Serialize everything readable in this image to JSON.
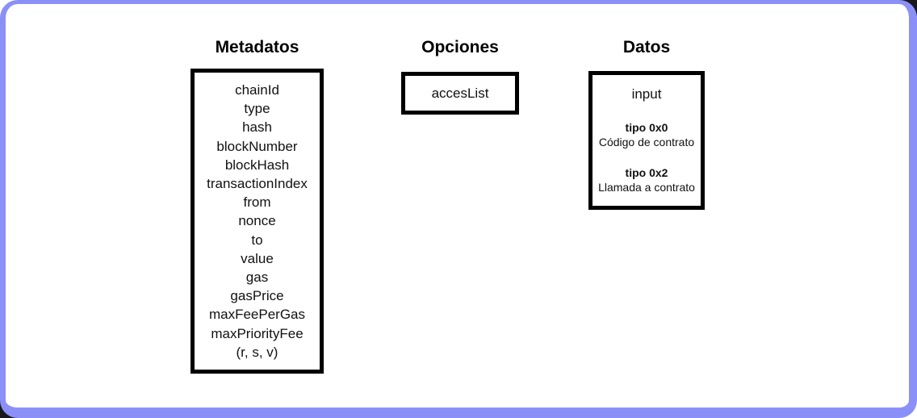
{
  "colors": {
    "frame": "#8b90f8",
    "box_border": "#000000",
    "text": "#111111"
  },
  "metadatos": {
    "title": "Metadatos",
    "fields": [
      "chainId",
      "type",
      "hash",
      "blockNumber",
      "blockHash",
      "transactionIndex",
      "from",
      "nonce",
      "to",
      "value",
      "gas",
      "gasPrice",
      "maxFeePerGas",
      "maxPriorityFee",
      "(r, s, v)"
    ]
  },
  "opciones": {
    "title": "Opciones",
    "fields": [
      "accesList"
    ]
  },
  "datos": {
    "title": "Datos",
    "header": "input",
    "entries": [
      {
        "tipo": "tipo 0x0",
        "desc": "Código de contrato"
      },
      {
        "tipo": "tipo 0x2",
        "desc": "Llamada a contrato"
      }
    ]
  }
}
